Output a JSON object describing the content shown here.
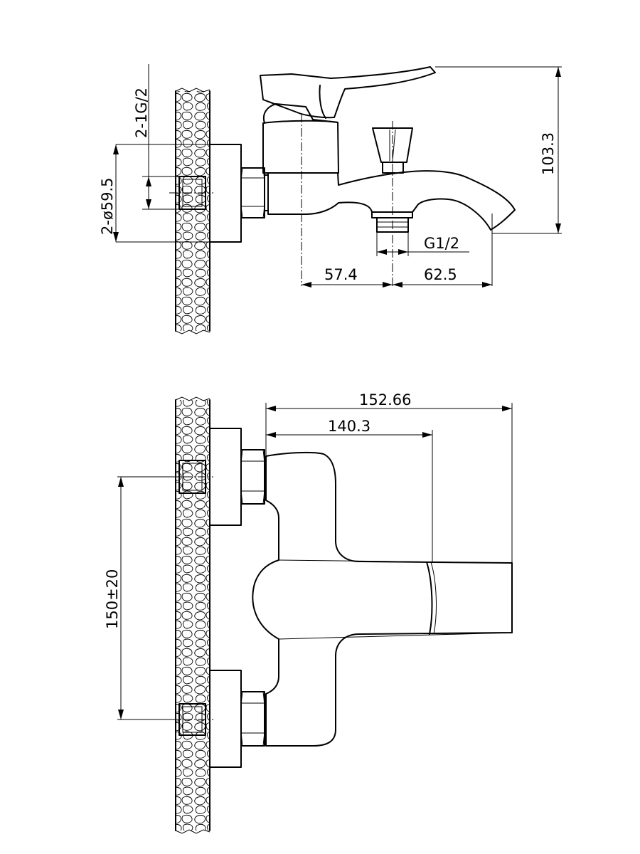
{
  "side_view": {
    "thread_label": "2-1G/2",
    "diameter_label": "2-ø59.5",
    "height_label": "103.3",
    "outlet_thread_label": "G1/2",
    "depth_left_label": "57.4",
    "depth_right_label": "62.5"
  },
  "front_view": {
    "overall_length_label": "152.66",
    "spout_length_label": "140.3",
    "center_distance_label": "150±20"
  }
}
